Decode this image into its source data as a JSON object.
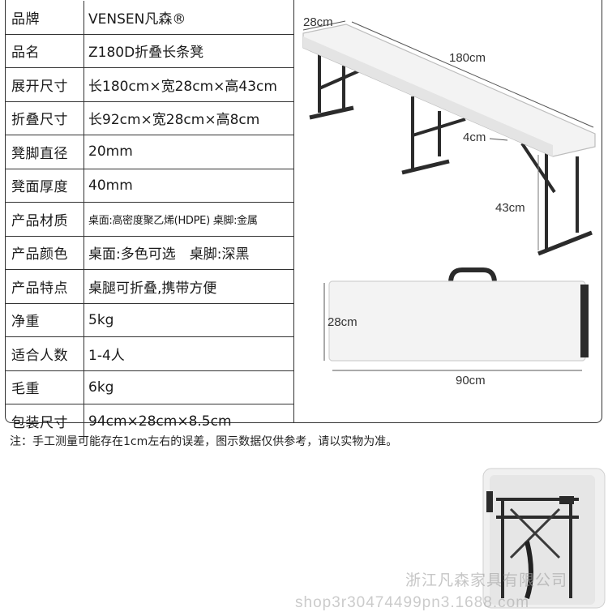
{
  "spec_rows": [
    {
      "label": "品牌",
      "value": "VENSEN凡森®"
    },
    {
      "label": "品名",
      "value": "Z180D折叠长条凳"
    },
    {
      "label": "展开尺寸",
      "value": "长180cm×宽28cm×高43cm"
    },
    {
      "label": "折叠尺寸",
      "value": "长92cm×宽28cm×高8cm"
    },
    {
      "label": "凳脚直径",
      "value": "20mm"
    },
    {
      "label": "凳面厚度",
      "value": "40mm"
    },
    {
      "label": "产品材质",
      "value": "桌面:高密度聚乙烯(HDPE) 桌脚:金属"
    },
    {
      "label": "产品颜色",
      "value": "桌面:多色可选　桌脚:深黑"
    },
    {
      "label": "产品特点",
      "value": "桌腿可折叠,携带方便"
    },
    {
      "label": "净重",
      "value": "5kg"
    },
    {
      "label": "适合人数",
      "value": "1-4人"
    },
    {
      "label": "毛重",
      "value": "6kg"
    },
    {
      "label": "包装尺寸",
      "value": "94cm×28cm×8.5cm"
    }
  ],
  "diagram": {
    "width_label": "28cm",
    "length_label": "180cm",
    "thickness_label": "4cm",
    "height_label": "43cm",
    "folded_width_label": "28cm",
    "folded_length_label": "90cm"
  },
  "footnote": "注：手工测量可能存在1cm左右的误差，图示数据仅供参考，请以实物为准。",
  "watermark": {
    "shop_name": "浙江凡森家具有限公司",
    "shop_url": "shop3r30474499pn3.1688.com"
  },
  "colors": {
    "border": "#333333",
    "bench_top": "#f2f2f2",
    "bench_legs": "#2b2b2b"
  }
}
